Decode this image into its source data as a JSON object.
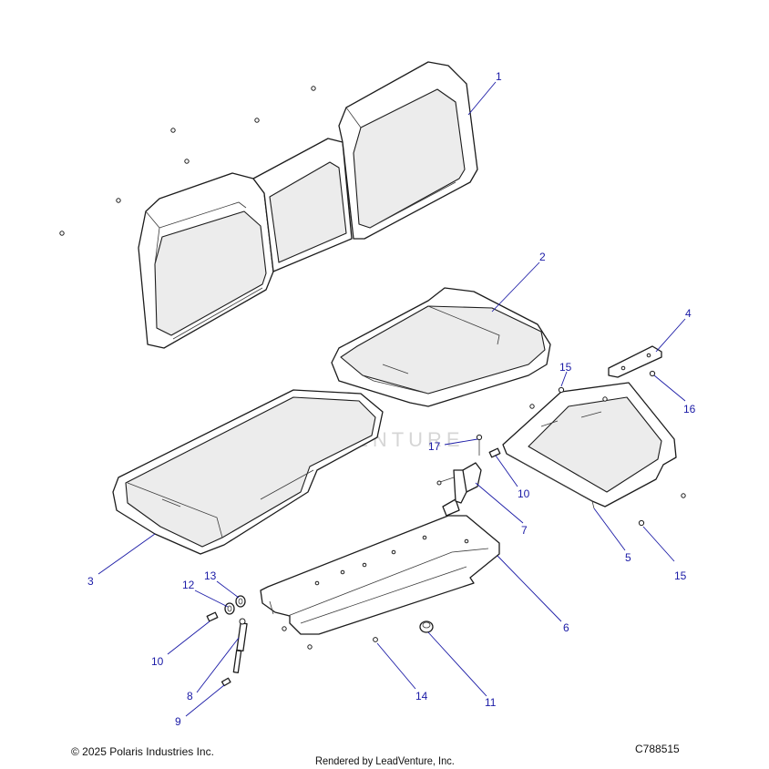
{
  "watermark": "LEADVENTURE",
  "footer": {
    "copyright": "© 2025 Polaris Industries Inc.",
    "rendered_by": "Rendered by LeadVenture, Inc.",
    "diagram_id": "C788515"
  },
  "callouts": [
    {
      "id": "c1",
      "label": "1"
    },
    {
      "id": "c2",
      "label": "2"
    },
    {
      "id": "c3",
      "label": "3"
    },
    {
      "id": "c4",
      "label": "4"
    },
    {
      "id": "c5",
      "label": "5"
    },
    {
      "id": "c6",
      "label": "6"
    },
    {
      "id": "c7",
      "label": "7"
    },
    {
      "id": "c8",
      "label": "8"
    },
    {
      "id": "c9",
      "label": "9"
    },
    {
      "id": "c10a",
      "label": "10"
    },
    {
      "id": "c10b",
      "label": "10"
    },
    {
      "id": "c11",
      "label": "11"
    },
    {
      "id": "c12",
      "label": "12"
    },
    {
      "id": "c13",
      "label": "13"
    },
    {
      "id": "c14",
      "label": "14"
    },
    {
      "id": "c15a",
      "label": "15"
    },
    {
      "id": "c15b",
      "label": "15"
    },
    {
      "id": "c16",
      "label": "16"
    },
    {
      "id": "c17",
      "label": "17"
    }
  ]
}
